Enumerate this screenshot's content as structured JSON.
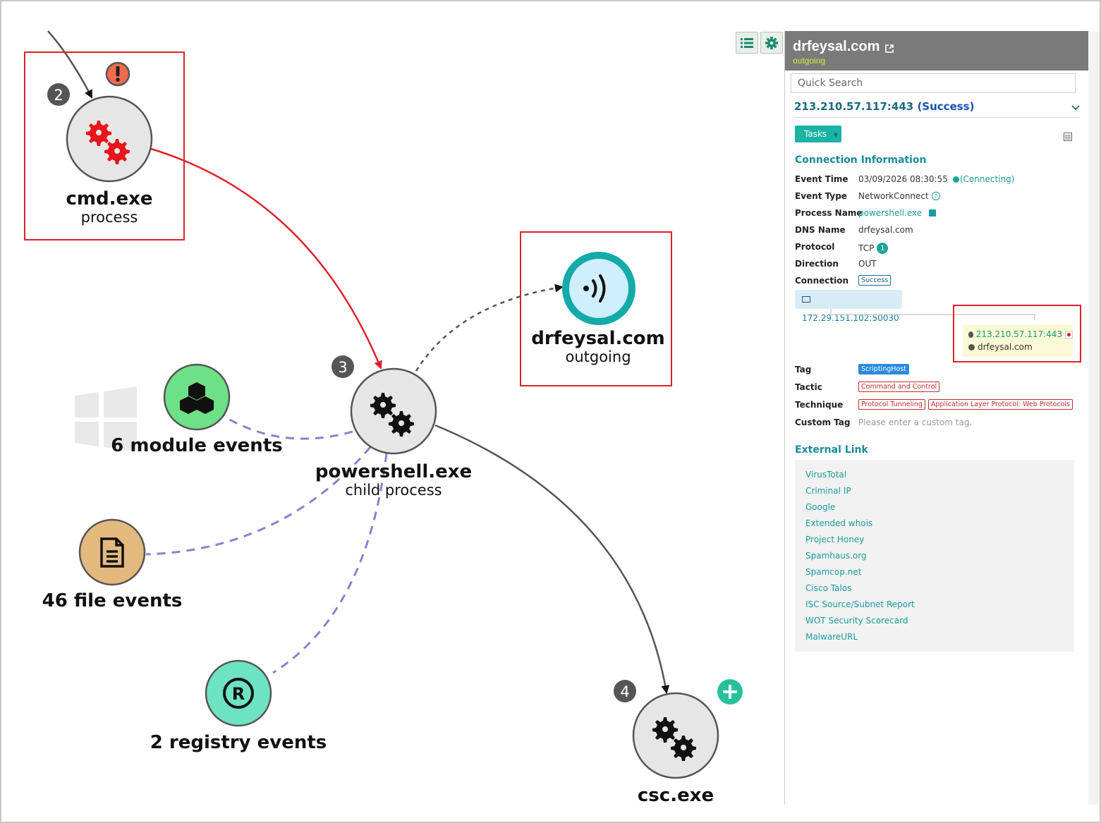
{
  "graph": {
    "nodes": {
      "cmd": {
        "title": "cmd.exe",
        "subtitle": "process",
        "badge": "2"
      },
      "powershell": {
        "title": "powershell.exe",
        "subtitle": "child process",
        "badge": "3"
      },
      "drfeysal": {
        "title": "drfeysal.com",
        "subtitle": "outgoing"
      },
      "csc": {
        "title": "csc.exe",
        "badge": "4"
      }
    },
    "events": {
      "module": "6 module events",
      "file": "46 file events",
      "registry": "2 registry events"
    },
    "colors": {
      "process_fill": "#e6e6e6",
      "alert": "#f26b4f",
      "module": "#6ee087",
      "file": "#e4b97e",
      "registry": "#6de3c3",
      "network_ring": "#13aaa8",
      "network_fill": "#cfeffc",
      "red_edge": "#e0202a",
      "dashed_edge": "#8b7fd0",
      "plus": "#25c29c"
    }
  },
  "toolbar": {
    "list_icon": "list-icon",
    "settings_icon": "gear-icon"
  },
  "panel": {
    "title": "drfeysal.com",
    "subtitle": "outgoing",
    "search_placeholder": "Quick Search",
    "connection": "213.210.57.117:443",
    "connection_status": "(Success)",
    "tasks": "Tasks",
    "section_connection": "Connection Information",
    "rows": {
      "event_time": {
        "k": "Event Time",
        "v": "03/09/2026 08:30:55",
        "extra": "(Connecting)"
      },
      "event_type": {
        "k": "Event Type",
        "v": "NetworkConnect"
      },
      "process_name": {
        "k": "Process Name",
        "v": "powershell.exe"
      },
      "dns_name": {
        "k": "DNS Name",
        "v": "drfeysal.com"
      },
      "protocol": {
        "k": "Protocol",
        "v": "TCP",
        "extra": "1"
      },
      "direction": {
        "k": "Direction",
        "v": "OUT"
      },
      "connection": {
        "k": "Connection",
        "v": "Success"
      }
    },
    "source": "172.29.151.102:50030",
    "destination_ip": "213.210.57.117:443",
    "destination_host": "drfeysal.com",
    "tag": {
      "k": "Tag",
      "v": "ScriptingHost"
    },
    "tactic": {
      "k": "Tactic",
      "v": "Command and Control"
    },
    "technique": {
      "k": "Technique",
      "v1": "Protocol Tunneling",
      "v2": "Application Layer Protocol: Web Protocols"
    },
    "custom_tag": {
      "k": "Custom Tag",
      "v": "Please enter a custom tag."
    },
    "section_external": "External Link",
    "external_links": [
      "VirusTotal",
      "Criminal IP",
      "Google",
      "Extended whois",
      "Project Honey",
      "Spamhaus.org",
      "Spamcop.net",
      "Cisco Talos",
      "ISC Source/Subnet Report",
      "WOT Security Scorecard",
      "MalwareURL"
    ]
  }
}
